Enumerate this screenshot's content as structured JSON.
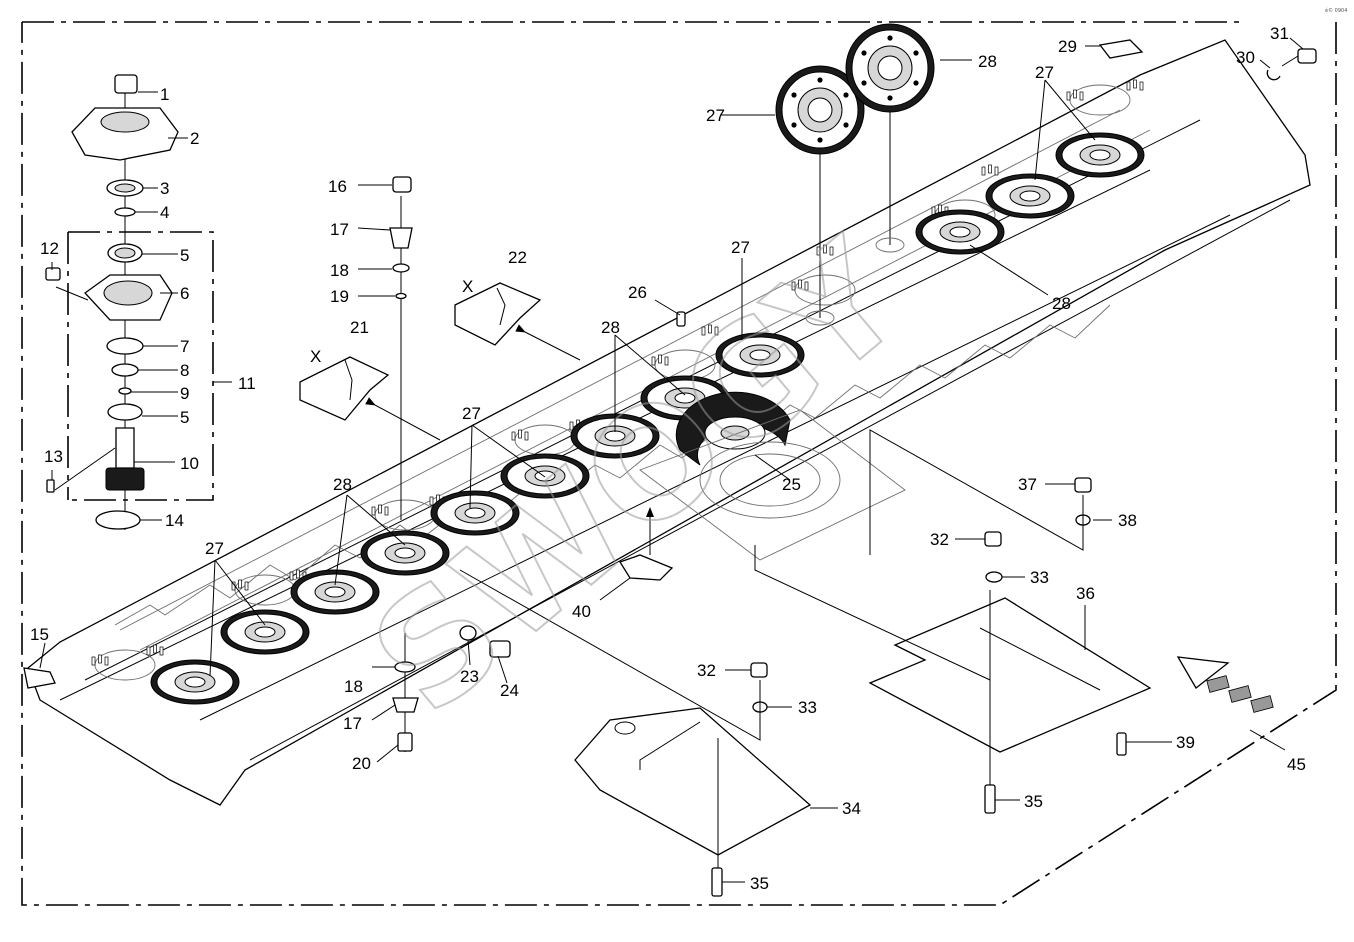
{
  "watermark_text": "SWOGY",
  "corner_mark": "é© 0904",
  "labels": {
    "p1": "1",
    "p2": "2",
    "p3": "3",
    "p4": "4",
    "p5a": "5",
    "p5b": "5",
    "p6": "6",
    "p7": "7",
    "p8": "8",
    "p9": "9",
    "p10": "10",
    "p11": "11",
    "p12": "12",
    "p13": "13",
    "p14": "14",
    "p15": "15",
    "p16": "16",
    "p17a": "17",
    "p17b": "17",
    "p18a": "18",
    "p18b": "18",
    "p19": "19",
    "p20": "20",
    "p21": "21",
    "p22": "22",
    "p23": "23",
    "p24": "24",
    "p25": "25",
    "p26": "26",
    "p27a": "27",
    "p27b": "27",
    "p27c": "27",
    "p27d": "27",
    "p27e": "27",
    "p28a": "28",
    "p28b": "28",
    "p28c": "28",
    "p28d": "28",
    "p29": "29",
    "p30": "30",
    "p31": "31",
    "p32a": "32",
    "p32b": "32",
    "p33a": "33",
    "p33b": "33",
    "p34": "34",
    "p35a": "35",
    "p35b": "35",
    "p36": "36",
    "p37": "37",
    "p38": "38",
    "p39": "39",
    "p40": "40",
    "p45": "45"
  },
  "section_marks": {
    "x21": "X",
    "x22": "X"
  }
}
